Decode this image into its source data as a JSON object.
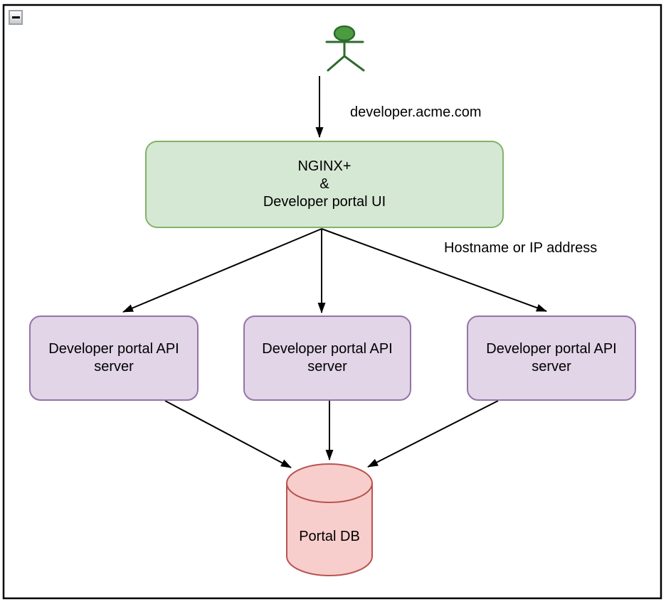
{
  "window": {
    "collapse_button": {
      "icon": "minus"
    }
  },
  "diagram": {
    "labels": {
      "user_url": "developer.acme.com",
      "hostname": "Hostname or IP address",
      "load_balancer": "NGINX+\n&\nDeveloper portal UI",
      "api_server_1": "Developer portal API\nserver",
      "api_server_2": "Developer portal API\nserver",
      "api_server_3": "Developer portal API\nserver",
      "database": "Portal DB"
    },
    "colors": {
      "load_balancer_fill": "#d5e8d4",
      "load_balancer_stroke": "#82b366",
      "api_server_fill": "#e1d5e7",
      "api_server_stroke": "#9673a6",
      "database_fill": "#f8cecc",
      "database_stroke": "#b85450",
      "actor_fill": "#4c9b41",
      "actor_stroke": "#2d6b2d",
      "edge": "#000000",
      "frame": "#000000"
    }
  }
}
